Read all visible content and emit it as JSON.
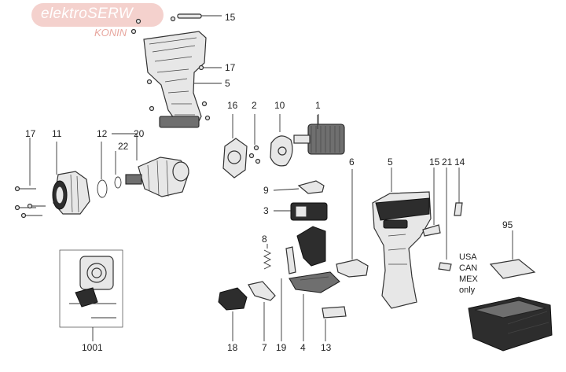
{
  "watermark": {
    "brand": "elektroSERW",
    "city": "KONIN"
  },
  "callouts": {
    "c15_top": "15",
    "c17_top": "17",
    "c5_top": "5",
    "c16": "16",
    "c2": "2",
    "c10": "10",
    "c1": "1",
    "c17_left": "17",
    "c11": "11",
    "c12": "12",
    "c20": "20",
    "c22": "22",
    "c6": "6",
    "c5_right": "5",
    "c15_right": "15",
    "c21": "21",
    "c14": "14",
    "c9": "9",
    "c3": "3",
    "c8": "8",
    "c95": "95",
    "c1001": "1001",
    "c18": "18",
    "c7": "7",
    "c19": "19",
    "c4": "4",
    "c13": "13"
  },
  "notes": {
    "region": [
      "USA",
      "CAN",
      "MEX",
      "only"
    ]
  }
}
